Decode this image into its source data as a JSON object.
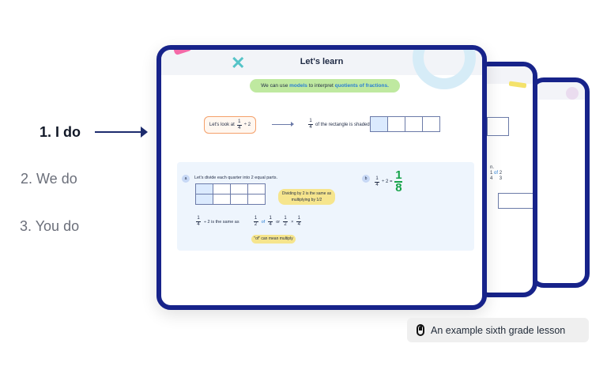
{
  "steps": [
    {
      "label": "1. I do",
      "active": true
    },
    {
      "label": "2. We do",
      "active": false
    },
    {
      "label": "3. You do",
      "active": false
    }
  ],
  "lesson": {
    "title": "Let's learn",
    "intro": {
      "prefix": "We can use",
      "highlight1": "models",
      "middle": "to interpret",
      "highlight2": "quotients of fractions."
    },
    "look_box": {
      "prefix": "Let's look at",
      "numerator": "1",
      "denominator": "4",
      "suffix": "÷ 2"
    },
    "shaded": {
      "numerator": "1",
      "denominator": "4",
      "text": "of the rectangle is shaded."
    },
    "panel_a": {
      "badge": "a",
      "title": "Let's divide each quarter into 2 equal parts.",
      "hint": "Dividing by 2 is the same as multiplying by 1/2",
      "same_as": {
        "lhs_num": "1",
        "lhs_den": "4",
        "lhs_op": "÷ 2 is the same as",
        "t1_num": "1",
        "t1_den": "2",
        "of": "of",
        "t2_num": "1",
        "t2_den": "4",
        "or": "or",
        "t3_num": "1",
        "t3_den": "2",
        "times": "×",
        "t4_num": "1",
        "t4_den": "4"
      },
      "multiply_pill": "\"of\" can mean multiply"
    },
    "panel_b": {
      "badge": "b",
      "lhs_num": "1",
      "lhs_den": "4",
      "op": "÷ 2 =",
      "result_num": "1",
      "result_den": "8"
    }
  },
  "back_card": {
    "frac_num": "1",
    "frac_den": "4",
    "of": "of",
    "frac2_num": "2",
    "frac2_den": "3",
    "label_fragment": "n."
  },
  "caption": {
    "text": "An example sixth grade lesson",
    "icon": "mouse-icon"
  },
  "colors": {
    "frame": "#17238a",
    "accent": "#2a7fd4",
    "green": "#16a34a",
    "pill_green": "#bfe9a0",
    "pill_yellow": "#f6e58d"
  }
}
